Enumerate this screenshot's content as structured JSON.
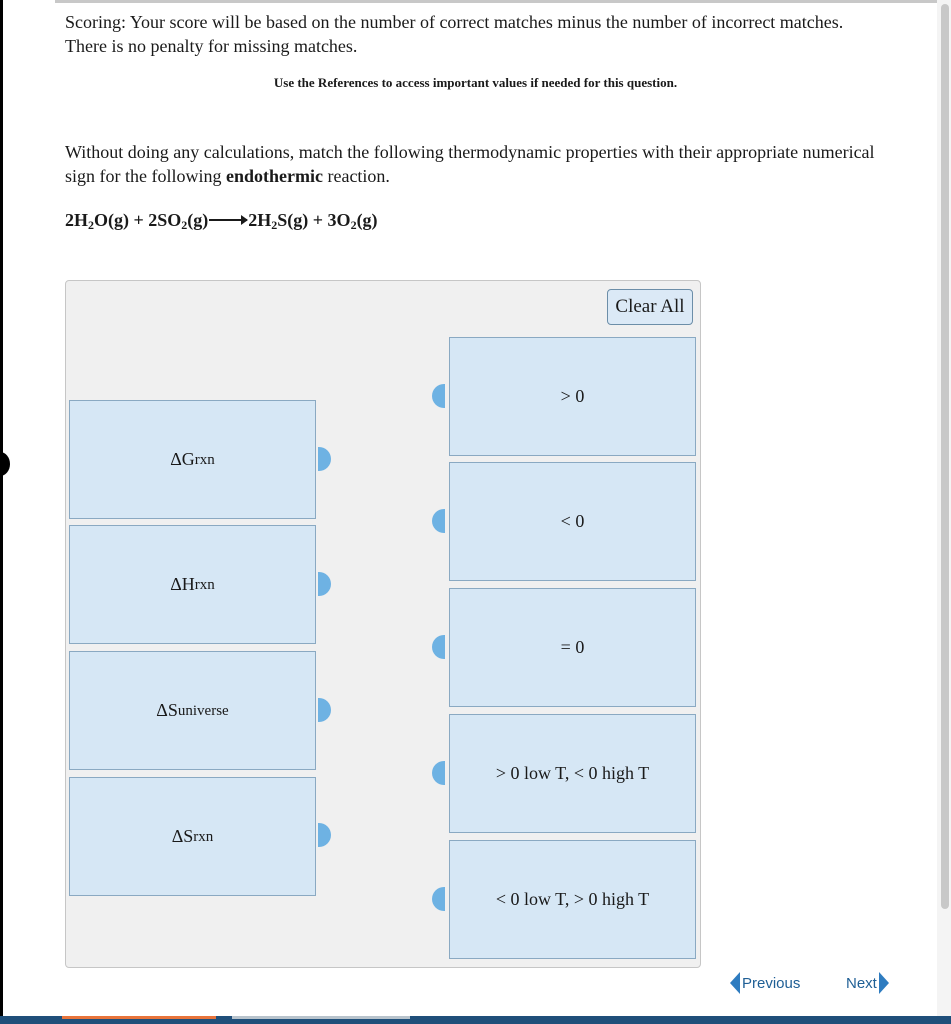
{
  "scoring_text": "Scoring: Your score will be based on the number of correct matches minus the number of incorrect matches. There is no penalty for missing matches.",
  "references_text": "Use the References to access important values if needed for this question.",
  "instructions": {
    "before": "Without doing any calculations, match the following thermodynamic properties with their appropriate numerical sign for the following ",
    "bold": "endothermic",
    "after": " reaction."
  },
  "equation": {
    "reactant1_coef": "2H",
    "reactant1_sub": "2",
    "reactant1_rest": "O(g) + 2SO",
    "reactant2_sub": "2",
    "reactant2_rest": "(g)",
    "product1_coef": "2H",
    "product1_sub": "2",
    "product1_rest": "S(g) + 3O",
    "product2_sub": "2",
    "product2_rest": "(g)"
  },
  "clear_all_label": "Clear All",
  "properties": [
    {
      "symbol": "ΔG",
      "sub": "rxn"
    },
    {
      "symbol": "ΔH",
      "sub": "rxn"
    },
    {
      "symbol": "ΔS",
      "sub": "universe"
    },
    {
      "symbol": "ΔS",
      "sub": "rxn"
    }
  ],
  "signs": [
    "> 0",
    "< 0",
    "= 0",
    "> 0 low T, < 0 high T",
    "< 0 low T, > 0 high T"
  ],
  "nav": {
    "previous": "Previous",
    "next": "Next"
  },
  "colors": {
    "box_fill": "#d6e7f5",
    "knob": "#6eb2e3",
    "nav_link": "#1f5f95"
  }
}
